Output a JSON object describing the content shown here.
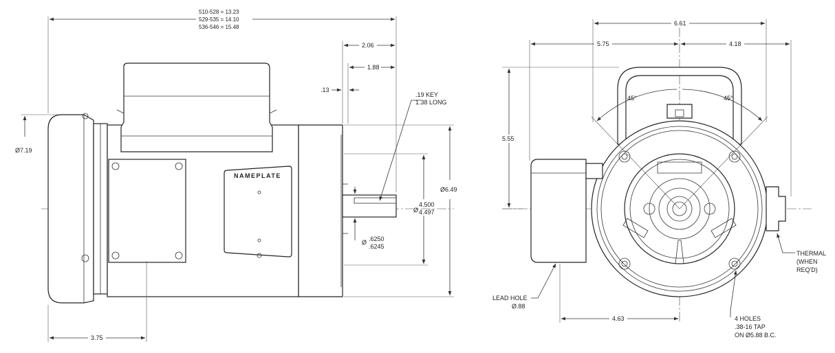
{
  "side_view": {
    "overall_length": [
      "510-528 = 13.23",
      "529-535 = 14.10",
      "536-546 = 15.48"
    ],
    "dim_206": "2.06",
    "dim_188": "1.88",
    "dim_13": ".13",
    "key_note": [
      ".19 KEY",
      "1.38 LONG"
    ],
    "dia_719": "7.19",
    "dia_649": "6.49",
    "pilot_dia": [
      "4.500",
      "4.497"
    ],
    "shaft_dia": [
      ".6250",
      ".6245"
    ],
    "nameplate": "NAMEPLATE",
    "dim_375": "3.75"
  },
  "end_view": {
    "dim_661": "6.61",
    "dim_575": "5.75",
    "dim_418": "4.18",
    "dim_555": "5.55",
    "angle_left": "45°",
    "angle_right": "45°",
    "thermal": [
      "THERMAL",
      "(WHEN",
      "REQ'D)"
    ],
    "lead_hole": [
      "LEAD HOLE",
      "Ø.88"
    ],
    "dim_463": "4.63",
    "holes_note": [
      "4 HOLES",
      ".38-16 TAP",
      "ON Ø5.88 B.C."
    ]
  }
}
